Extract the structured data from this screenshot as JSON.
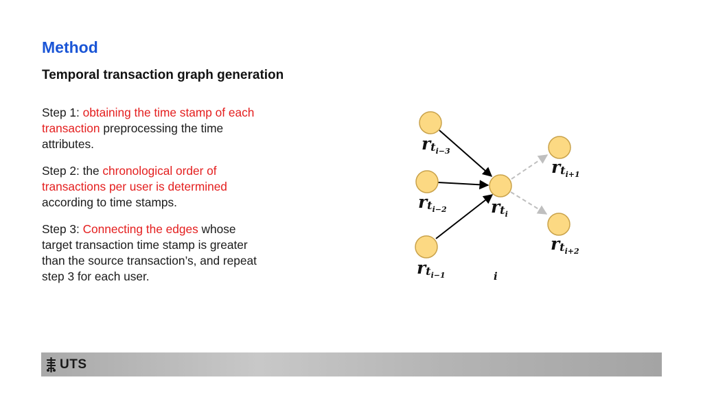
{
  "slide": {
    "heading": "Method",
    "subheading": "Temporal transaction graph generation"
  },
  "steps": [
    {
      "prefix": "Step 1: ",
      "highlight": "obtaining the time stamp of each transaction",
      "rest": " preprocessing the time attributes."
    },
    {
      "prefix": "Step 2: the ",
      "highlight": "chronological order of transactions per user is determined",
      "rest": " according to time stamps."
    },
    {
      "prefix": "Step 3: ",
      "highlight": "Connecting the edges",
      "rest": " whose target transaction time stamp is greater than the source transaction’s, and repeat step 3 for each user."
    }
  ],
  "diagram": {
    "nodes": [
      {
        "id": "r_t_i-3",
        "main": "r",
        "sub": "t",
        "subsub": "i−3"
      },
      {
        "id": "r_t_i-2",
        "main": "r",
        "sub": "t",
        "subsub": "i−2"
      },
      {
        "id": "r_t_i-1",
        "main": "r",
        "sub": "t",
        "subsub": "i−1"
      },
      {
        "id": "r_t_i",
        "main": "r",
        "sub": "t",
        "subsub": "i"
      },
      {
        "id": "r_t_i+1",
        "main": "r",
        "sub": "t",
        "subsub": "i+1"
      },
      {
        "id": "r_t_i+2",
        "main": "r",
        "sub": "t",
        "subsub": "i+2"
      }
    ],
    "user_label": "i"
  },
  "footer": {
    "logo_text": "UTS",
    "bar_color": "#b4b4b4"
  },
  "colors": {
    "heading": "#1a55d6",
    "highlight": "#e41e1e",
    "node_fill": "#fcd983",
    "solid_edge": "#000000",
    "dashed_edge": "#c0c0c0"
  }
}
